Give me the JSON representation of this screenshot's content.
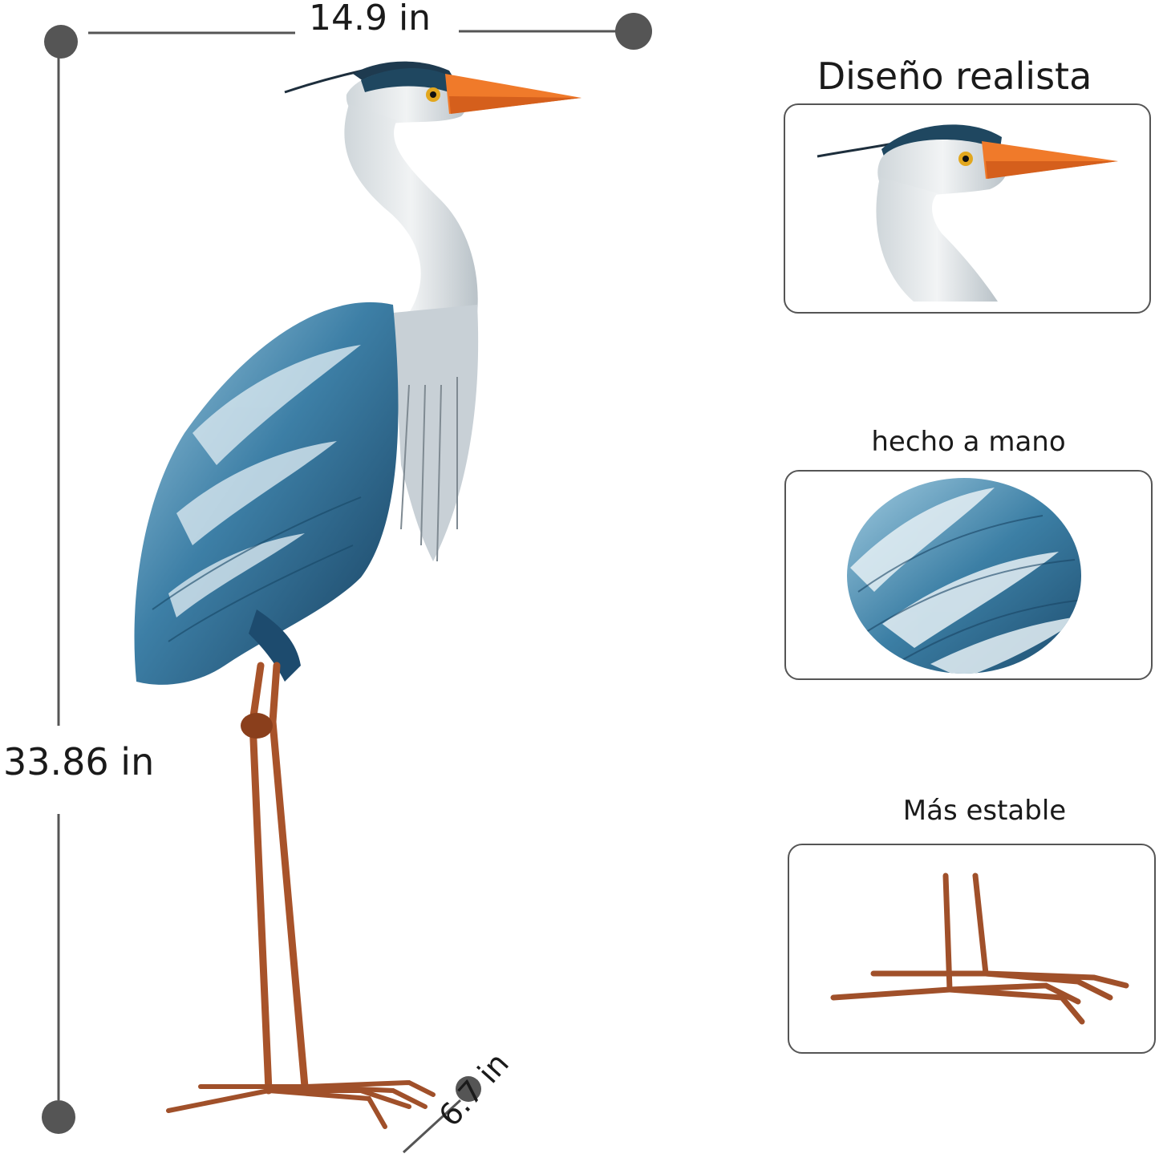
{
  "dimensions": {
    "width_label": "14.9 in",
    "height_label": "33.86 in",
    "depth_label": "6.7 in"
  },
  "features": [
    {
      "title": "Diseño realista",
      "icon": "heron-head-closeup-icon"
    },
    {
      "title": "hecho a mano",
      "icon": "feather-closeup-icon"
    },
    {
      "title": "Más estable",
      "icon": "heron-feet-closeup-icon"
    }
  ],
  "colors": {
    "feather_blue": "#2f6f93",
    "beak_orange": "#f07a2a",
    "leg_copper": "#a8532a",
    "dimension_gray": "#555555"
  }
}
